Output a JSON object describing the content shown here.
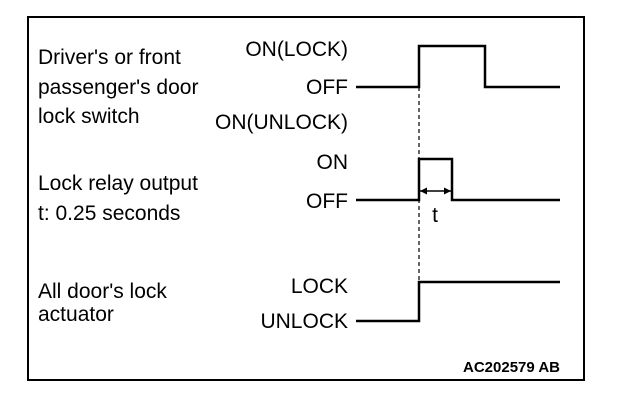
{
  "signals": [
    {
      "label_lines": [
        "Driver's or front",
        "passenger's door",
        "lock switch"
      ],
      "states": [
        "ON(LOCK)",
        "OFF",
        "ON(UNLOCK)"
      ]
    },
    {
      "label_lines": [
        "Lock relay output",
        "t: 0.25 seconds"
      ],
      "states": [
        "ON",
        "OFF"
      ],
      "pulse_marker": "t"
    },
    {
      "label_lines": [
        "All door's lock",
        "actuator"
      ],
      "states": [
        "LOCK",
        "UNLOCK"
      ]
    }
  ],
  "figure_code": "AC202579 AB",
  "colors": {
    "line": "#000000",
    "background": "#ffffff"
  }
}
